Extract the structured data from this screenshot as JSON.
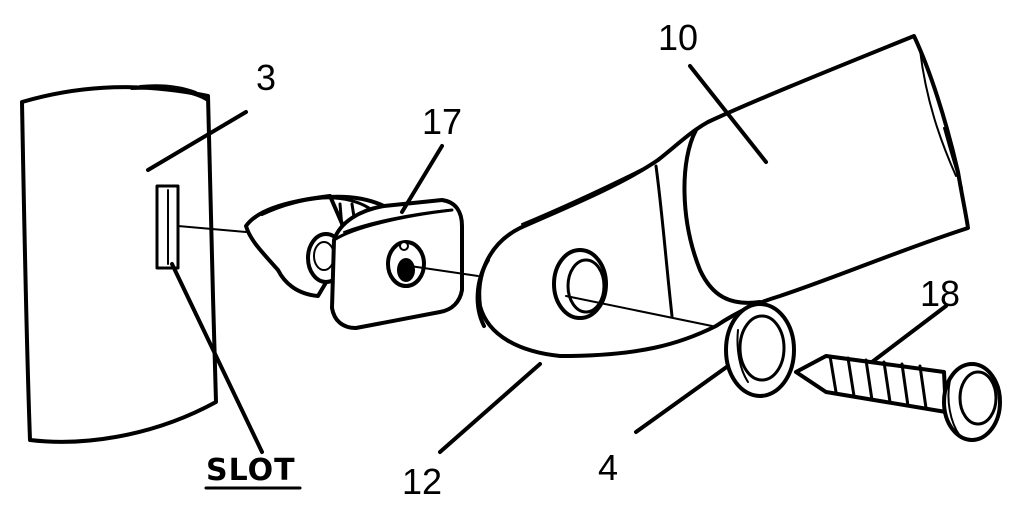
{
  "labels": {
    "part_3": "3",
    "part_17": "17",
    "part_10": "10",
    "part_18": "18",
    "part_12": "12",
    "part_4": "4",
    "slot": "SLOT"
  },
  "colors": {
    "ink": "#000000",
    "paper": "#ffffff"
  }
}
